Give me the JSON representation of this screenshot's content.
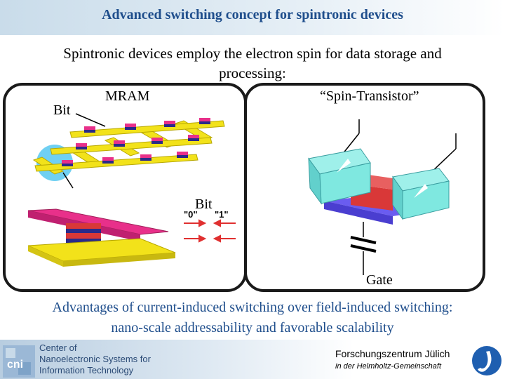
{
  "header": {
    "title": "Advanced switching concept for spintronic devices"
  },
  "intro": {
    "text": "Spintronic devices employ the electron spin for data storage and processing:"
  },
  "left_panel": {
    "mram_label": "MRAM",
    "bit_label": "Bit",
    "bit_label_2": "Bit",
    "state_zero": "\"0\"",
    "state_one": "\"1\""
  },
  "right_panel": {
    "title": "“Spin-Transistor”",
    "gate_label": "Gate"
  },
  "advantages": {
    "line1": "Advantages of current-induced switching over field-induced switching:",
    "line2": "nano-scale addressability and favorable scalability"
  },
  "footer": {
    "cni_logo_text": "cni",
    "cni_line1": "Center of",
    "cni_line2": "Nanoelectronic Systems for",
    "cni_line3": "Information Technology",
    "institute": "Forschungszentrum Jülich",
    "institute_sub": "in der Helmholtz-Gemeinschaft"
  },
  "colors": {
    "title_blue": "#1f4e8c",
    "wire_yellow": "#f2e21a",
    "layer_magenta": "#e8308a",
    "layer_red": "#d93838",
    "layer_navy": "#2a2a8a",
    "magnet_cyan": "#7fe8e0",
    "substrate_purple": "#6a5cf0",
    "arrow_red": "#e03030",
    "bit_highlight": "#57c8f0"
  },
  "icons": [
    "cni-logo-icon",
    "fz-juelich-logo-icon",
    "ground-symbol-icon"
  ]
}
